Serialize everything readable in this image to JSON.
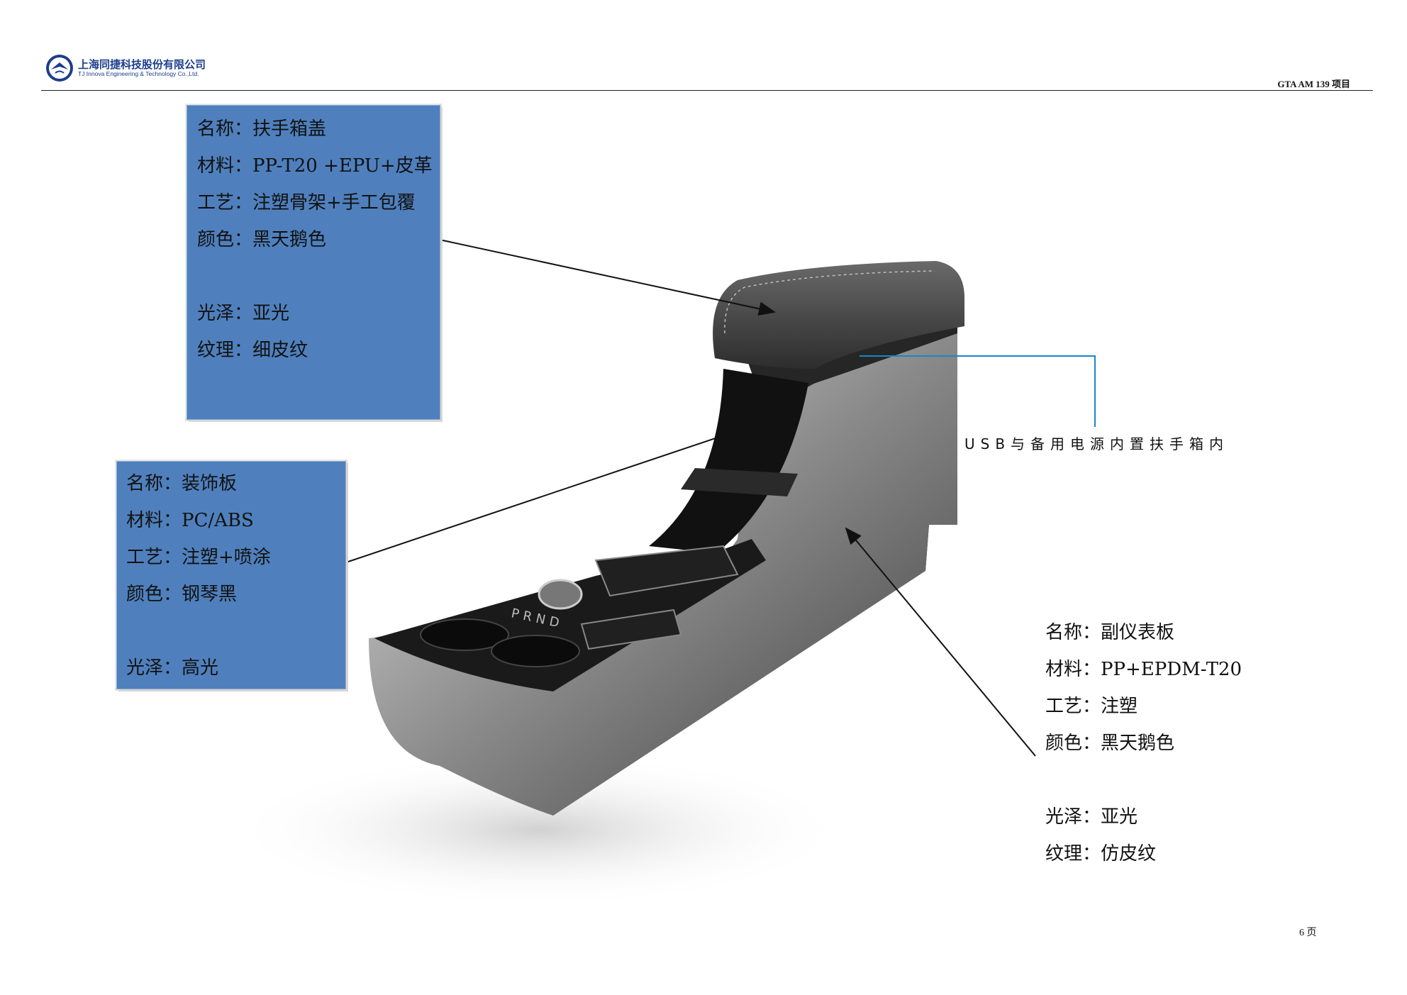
{
  "header": {
    "company_cn": "上海同捷科技股份有限公司",
    "company_en": "TJ Innova Engineering & Technology Co.,Ltd.",
    "project": "GTA AM 139 项目"
  },
  "callouts": {
    "armrest_lid": {
      "lines": [
        "名称：扶手箱盖",
        "材料：PP-T20 +EPU+皮革",
        "工艺：注塑骨架+手工包覆",
        "颜色：黑天鹅色",
        "光泽：亚光",
        "纹理：细皮纹"
      ]
    },
    "trim_panel": {
      "lines": [
        "名称：装饰板",
        "材料：PC/ABS",
        "工艺：注塑+喷涂",
        "颜色：钢琴黑",
        "光泽：高光"
      ]
    },
    "console": {
      "lines": [
        "名称：副仪表板",
        "材料：PP+EPDM-T20",
        "工艺：注塑",
        "颜色：黑天鹅色",
        "光泽：亚光",
        "纹理：仿皮纹"
      ]
    },
    "usb_note": "USB与备用电源内置扶手箱内"
  },
  "gear_label": "PRND",
  "page_number": "6 页",
  "colors": {
    "callout_fill": "#4f80bd",
    "leader_blue": "#1a86c7",
    "brand_blue": "#1c3e8c"
  }
}
